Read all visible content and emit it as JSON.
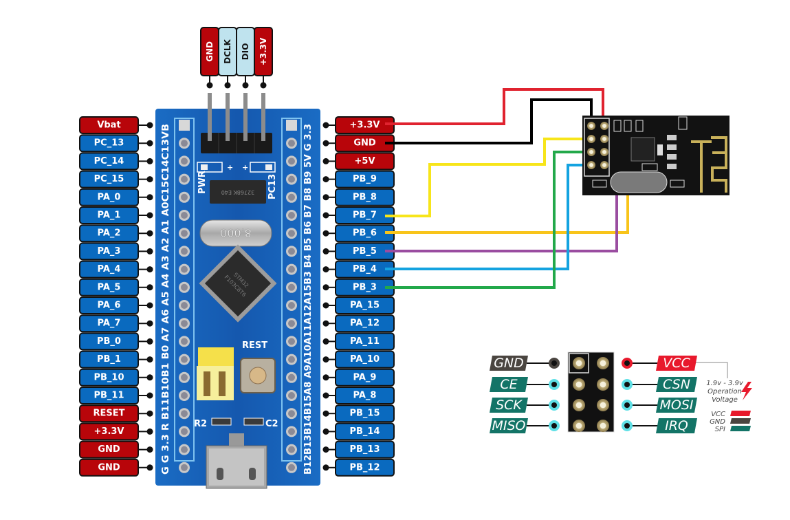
{
  "title": "STM32 Blue Pill to nRF24L01 wiring diagram",
  "colors": {
    "power_red": "#b8050a",
    "gpio_blue": "#0a6abf",
    "debug_lightblue": "#bfe3ee",
    "pcb_blue": "#1560b8",
    "wire_red": "#e0232f",
    "wire_black": "#000000",
    "wire_yellow": "#f7e51a",
    "wire_orange": "#f8c41a",
    "wire_purple": "#9a4da0",
    "wire_blue": "#14a3e0",
    "wire_green": "#22a84a",
    "nrf_vcc": "#e8192c",
    "nrf_gnd": "#4a4540",
    "nrf_spi": "#137467",
    "nrf_dot_cyan": "#5fe0e6"
  },
  "debug_header": {
    "pins": [
      {
        "label": "GND",
        "type": "power"
      },
      {
        "label": "DCLK",
        "type": "debug"
      },
      {
        "label": "DIO",
        "type": "debug"
      },
      {
        "label": "+3.3V",
        "type": "power"
      }
    ]
  },
  "left_pins": [
    {
      "label": "Vbat",
      "type": "power"
    },
    {
      "label": "PC_13",
      "type": "gpio"
    },
    {
      "label": "PC_14",
      "type": "gpio"
    },
    {
      "label": "PC_15",
      "type": "gpio"
    },
    {
      "label": "PA_0",
      "type": "gpio"
    },
    {
      "label": "PA_1",
      "type": "gpio"
    },
    {
      "label": "PA_2",
      "type": "gpio"
    },
    {
      "label": "PA_3",
      "type": "gpio"
    },
    {
      "label": "PA_4",
      "type": "gpio"
    },
    {
      "label": "PA_5",
      "type": "gpio"
    },
    {
      "label": "PA_6",
      "type": "gpio"
    },
    {
      "label": "PA_7",
      "type": "gpio"
    },
    {
      "label": "PB_0",
      "type": "gpio"
    },
    {
      "label": "PB_1",
      "type": "gpio"
    },
    {
      "label": "PB_10",
      "type": "gpio"
    },
    {
      "label": "PB_11",
      "type": "gpio"
    },
    {
      "label": "RESET",
      "type": "power"
    },
    {
      "label": "+3.3V",
      "type": "power"
    },
    {
      "label": "GND",
      "type": "power"
    },
    {
      "label": "GND",
      "type": "power"
    }
  ],
  "right_pins": [
    {
      "label": "+3.3V",
      "type": "power"
    },
    {
      "label": "GND",
      "type": "power"
    },
    {
      "label": "+5V",
      "type": "power"
    },
    {
      "label": "PB_9",
      "type": "gpio"
    },
    {
      "label": "PB_8",
      "type": "gpio"
    },
    {
      "label": "PB_7",
      "type": "gpio"
    },
    {
      "label": "PB_6",
      "type": "gpio"
    },
    {
      "label": "PB_5",
      "type": "gpio"
    },
    {
      "label": "PB_4",
      "type": "gpio"
    },
    {
      "label": "PB_3",
      "type": "gpio"
    },
    {
      "label": "PA_15",
      "type": "gpio"
    },
    {
      "label": "PA_12",
      "type": "gpio"
    },
    {
      "label": "PA_11",
      "type": "gpio"
    },
    {
      "label": "PA_10",
      "type": "gpio"
    },
    {
      "label": "PA_9",
      "type": "gpio"
    },
    {
      "label": "PA_8",
      "type": "gpio"
    },
    {
      "label": "PB_15",
      "type": "gpio"
    },
    {
      "label": "PB_14",
      "type": "gpio"
    },
    {
      "label": "PB_13",
      "type": "gpio"
    },
    {
      "label": "PB_12",
      "type": "gpio"
    }
  ],
  "board_silkscreen": {
    "left_column": "G G 3.3 R B11B10B1 B0 A7 A6 A5 A4 A3 A2 A1 A0C15C14C13VB",
    "right_column": "B12B13B14B15A8 A9A10A11A12A15B3 B4 B5 B6 B7 B8 B9 5V G 3.3",
    "pwr": "PWR",
    "pc13": "PC13",
    "rest": "REST",
    "r2": "R2",
    "c2": "C2",
    "crystal": "8.000",
    "header_top": "GND DCLK DIO 3.3"
  },
  "wires": [
    {
      "from": "+3.3V",
      "to": "VCC",
      "color": "red"
    },
    {
      "from": "GND",
      "to": "GND",
      "color": "black"
    },
    {
      "from": "PB_7",
      "to": "CE",
      "color": "yellow"
    },
    {
      "from": "PB_6",
      "to": "CSN",
      "color": "orange"
    },
    {
      "from": "PB_5",
      "to": "MOSI",
      "color": "purple"
    },
    {
      "from": "PB_4",
      "to": "MISO",
      "color": "blue"
    },
    {
      "from": "PB_3",
      "to": "SCK",
      "color": "green"
    }
  ],
  "nrf_pinout": {
    "left": [
      {
        "label": "GND",
        "type": "gnd"
      },
      {
        "label": "CE",
        "type": "spi"
      },
      {
        "label": "SCK",
        "type": "spi"
      },
      {
        "label": "MISO",
        "type": "spi"
      }
    ],
    "right": [
      {
        "label": "VCC",
        "type": "vcc"
      },
      {
        "label": "CSN",
        "type": "spi"
      },
      {
        "label": "MOSI",
        "type": "spi"
      },
      {
        "label": "IRQ",
        "type": "spi"
      }
    ],
    "voltage_note": [
      "1.9v - 3.9v",
      "Operation",
      "Voltage"
    ],
    "legend": [
      {
        "label": "VCC",
        "type": "vcc"
      },
      {
        "label": "GND",
        "type": "gnd"
      },
      {
        "label": "SPI",
        "type": "spi"
      }
    ]
  }
}
